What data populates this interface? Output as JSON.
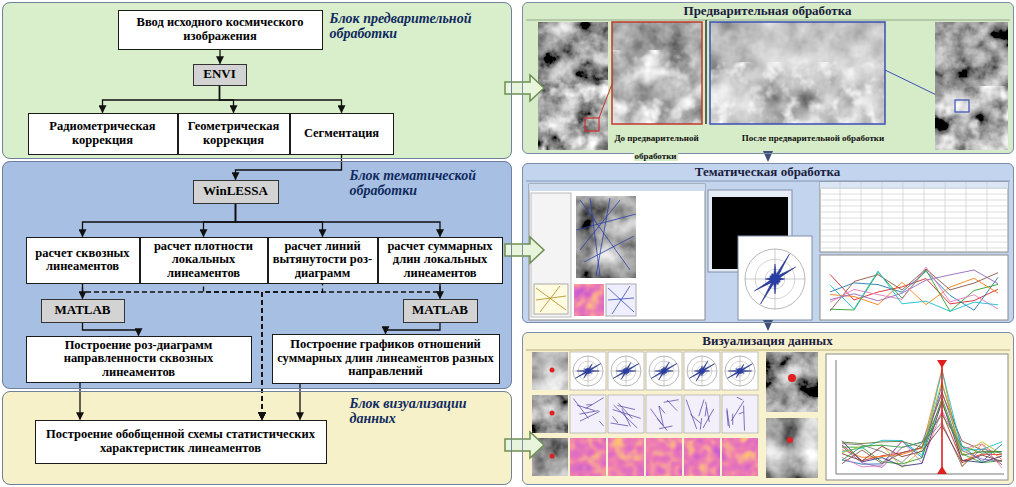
{
  "diagram": {
    "nodes": [
      {
        "text": [
          "Блок предварительной обработки"
        ]
      },
      {
        "text": [
          "Ввод исходного космического изображения"
        ],
        "in": 0
      },
      {
        "text": [
          "ENVI"
        ],
        "in": 0
      },
      {
        "text": [
          "Радиометрическая коррекция"
        ],
        "in": 0
      },
      {
        "text": [
          "Геометрическая коррекция"
        ],
        "in": 0
      },
      {
        "text": [
          "Сегментация"
        ],
        "in": 0
      },
      {
        "text": [
          "Предварительная обработка"
        ]
      },
      {
        "text": [
          "Блок тематической обработки"
        ]
      },
      {
        "text": [
          "WinLESSA"
        ],
        "in": 7
      },
      {
        "text": [
          "расчет сквозных линеаментов"
        ],
        "in": 7
      },
      {
        "text": [
          "расчет плотности локальных линеаментов"
        ],
        "in": 7
      },
      {
        "text": [
          "расчет линий вытянутости роз-диаграмм"
        ],
        "in": 7
      },
      {
        "text": [
          "расчет суммарных длин локальных линеаментов"
        ],
        "in": 7
      },
      {
        "text": [
          "MATLAB"
        ],
        "in": 7
      },
      {
        "text": [
          "MATLAB"
        ],
        "in": 7
      },
      {
        "text": [
          "Построение роз-диаграмм направленности сквозных линеаментов"
        ],
        "in": 7
      },
      {
        "text": [
          "Построение графиков отношений суммарных длин линеаментов разных направлений"
        ],
        "in": 7
      },
      {
        "text": [
          "Тематическая обработка"
        ]
      },
      {
        "text": [
          "Блок визуализации данных"
        ]
      },
      {
        "text": [
          "Построение обобщенной схемы статистических характеристик линеаментов"
        ],
        "in": 18
      },
      {
        "text": [
          "Визуализация данных"
        ]
      }
    ],
    "edges": [
      {
        "from": 1,
        "to": 2,
        "arrow": "to"
      },
      {
        "from": 2,
        "to": 3,
        "arrow": "to"
      },
      {
        "from": 2,
        "to": 4,
        "arrow": "to"
      },
      {
        "from": 2,
        "to": 5,
        "arrow": "to"
      },
      {
        "from": 5,
        "to": 8,
        "arrow": "to"
      },
      {
        "from": 8,
        "to": 9,
        "arrow": "to"
      },
      {
        "from": 8,
        "to": 10,
        "arrow": "to"
      },
      {
        "from": 8,
        "to": 11,
        "arrow": "to"
      },
      {
        "from": 8,
        "to": 12,
        "arrow": "to"
      },
      {
        "from": 9,
        "to": 13,
        "arrow": "to"
      },
      {
        "from": 12,
        "to": 14,
        "arrow": "to"
      },
      {
        "from": 13,
        "to": 15,
        "arrow": "to"
      },
      {
        "from": 14,
        "to": 16,
        "arrow": "to"
      },
      {
        "from": 15,
        "to": 19,
        "arrow": "to"
      },
      {
        "from": 16,
        "to": 19,
        "arrow": "to"
      },
      {
        "from": 9,
        "to": 19,
        "arrow": "to"
      },
      {
        "from": 10,
        "to": 19,
        "arrow": "to"
      },
      {
        "from": 11,
        "to": 19,
        "arrow": "to"
      },
      {
        "from": 12,
        "to": 19,
        "arrow": "to"
      },
      {
        "from": 0,
        "to": 6,
        "arrow": "to"
      },
      {
        "from": 7,
        "to": 17,
        "arrow": "to"
      },
      {
        "from": 18,
        "to": 20,
        "arrow": "to"
      },
      {
        "from": 6,
        "to": 17,
        "arrow": "to"
      },
      {
        "from": 17,
        "to": 20,
        "arrow": "to"
      }
    ],
    "labels": [
      "До предварительной обработки",
      "После предварительной обработки"
    ]
  }
}
